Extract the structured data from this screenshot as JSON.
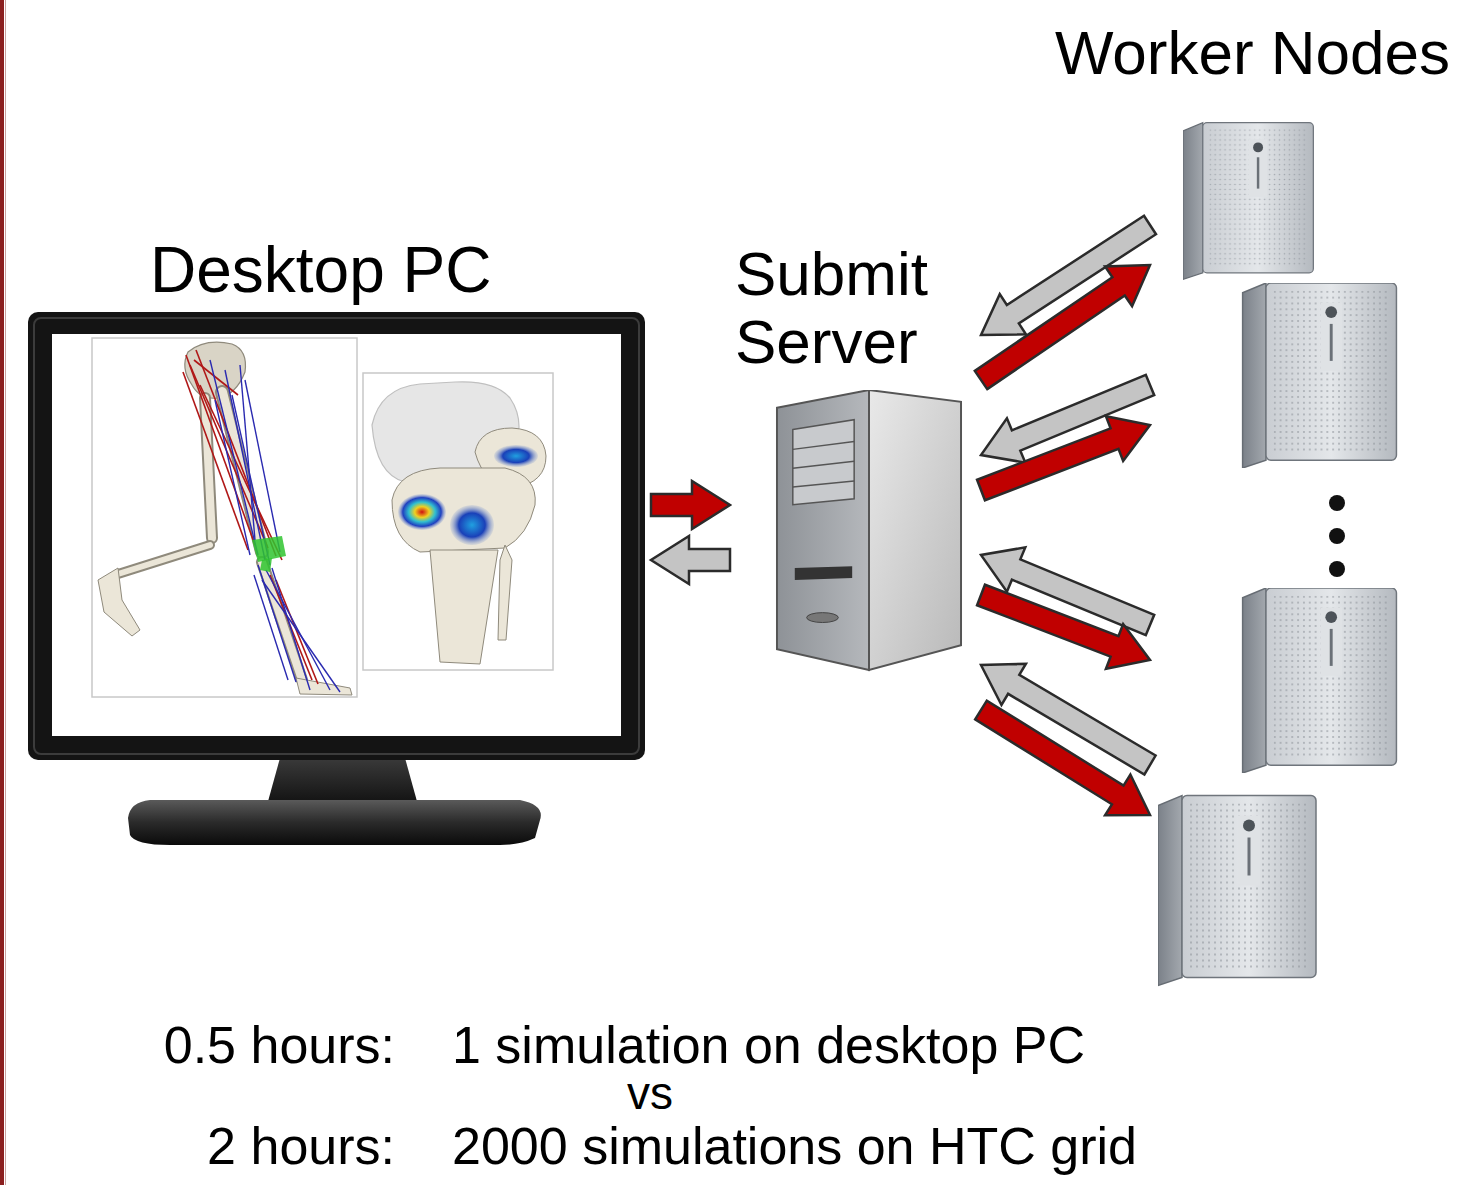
{
  "diagram": {
    "nodes": [
      {
        "text": [
          "Desktop PC"
        ]
      },
      {
        "text": [
          "Submit Server"
        ]
      },
      {
        "text": [
          "Worker Nodes"
        ]
      }
    ],
    "edges": [
      {
        "from": 0,
        "to": 1,
        "arrow": "to"
      },
      {
        "from": 1,
        "to": 0,
        "arrow": "to"
      },
      {
        "from": 2,
        "to": 1,
        "arrow": "to"
      },
      {
        "from": 1,
        "to": 2,
        "arrow": "to"
      },
      {
        "from": 2,
        "to": 1,
        "arrow": "to"
      },
      {
        "from": 1,
        "to": 2,
        "arrow": "to"
      },
      {
        "from": 2,
        "to": 1,
        "arrow": "to"
      },
      {
        "from": 1,
        "to": 2,
        "arrow": "to"
      },
      {
        "from": 2,
        "to": 1,
        "arrow": "to"
      },
      {
        "from": 1,
        "to": 2,
        "arrow": "to"
      }
    ],
    "labels": [
      "0.5 hours:",
      "1 simulation on desktop PC",
      "vs",
      "2 hours:",
      "2000 simulations on HTC grid"
    ]
  }
}
